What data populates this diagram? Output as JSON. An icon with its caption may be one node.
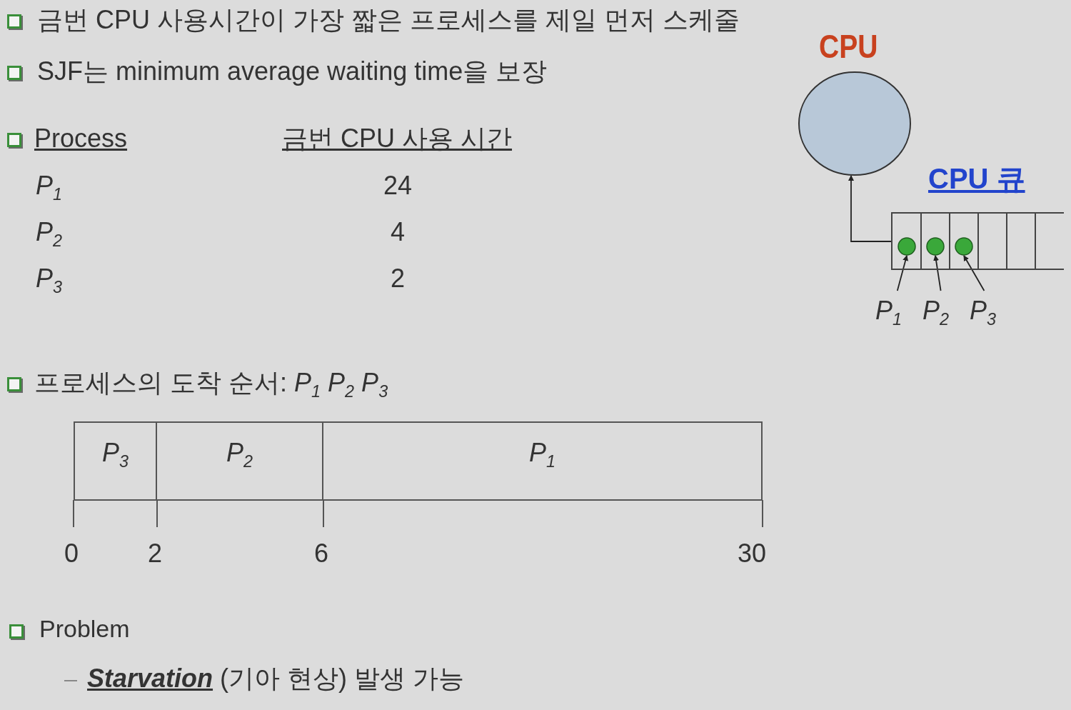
{
  "diagram": {
    "nodes": [
      {
        "text": [
          "CPU"
        ]
      },
      {
        "text": [
          "CPU 큐"
        ]
      },
      {
        "text": [],
        "shape": "circle",
        "in": 1
      },
      {
        "text": [],
        "shape": "circle",
        "in": 1
      },
      {
        "text": [],
        "shape": "circle",
        "in": 1
      },
      {
        "text": [
          "P$_{1}$"
        ]
      },
      {
        "text": [
          "P$_{2}$"
        ]
      },
      {
        "text": [
          "P$_{3}$"
        ]
      },
      {
        "text": [
          "P$_{3}$"
        ]
      },
      {
        "text": [
          "P$_{2}$"
        ]
      },
      {
        "text": [
          "P$_{1}$"
        ]
      }
    ],
    "edges": [
      {
        "from": 1,
        "to": 0,
        "arrow": "to"
      },
      {
        "from": 5,
        "to": 2,
        "arrow": "to"
      },
      {
        "from": 6,
        "to": 3,
        "arrow": "to"
      },
      {
        "from": 7,
        "to": 4,
        "arrow": "to"
      }
    ],
    "labels": [
      "금번 CPU 사용시간이 가장 짧은 프로세스를 제일 먼저 스케줄",
      "SJF는 minimum average waiting time을 보장",
      "Process",
      "금번 CPU 사용 시간",
      "P$_{1}$",
      "24",
      "P$_{2}$",
      "4",
      "P$_{3}$",
      "2",
      "프로세스의 도착 순서: *P*$_{1}$ *P*$_{2}$ *P*$_{3}$",
      "0",
      "2",
      "6",
      "30",
      "Problem",
      "**Starvation** (기아 현상) 발생 가능"
    ]
  }
}
